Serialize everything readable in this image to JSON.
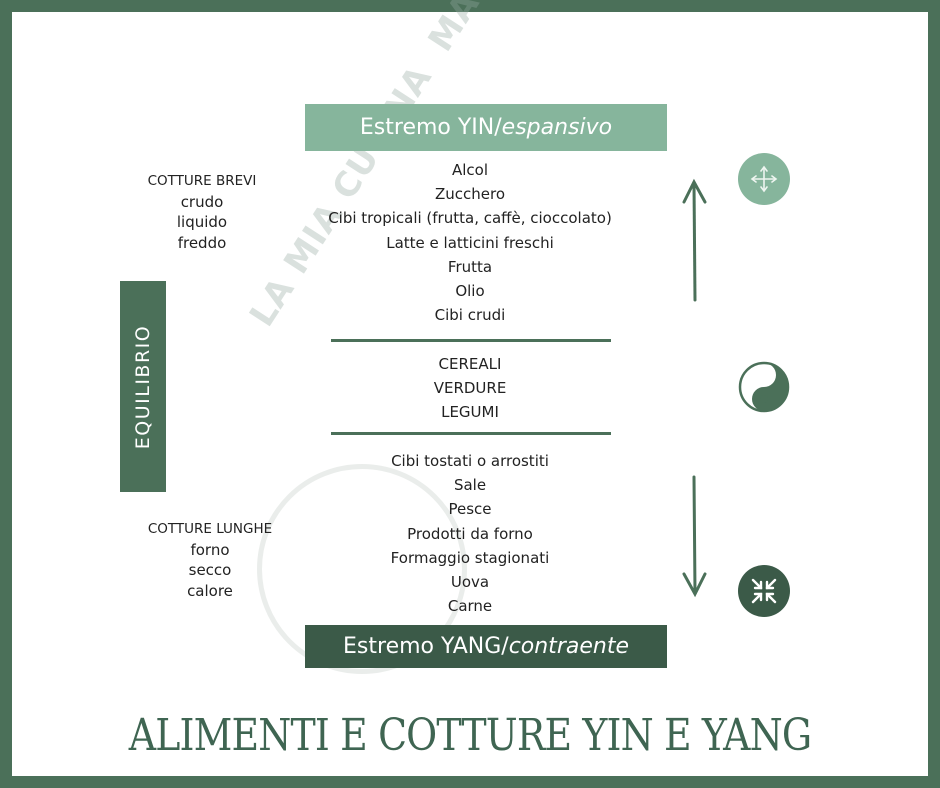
{
  "yin_header": {
    "label": "Estremo YIN/",
    "emphasis": "espansivo"
  },
  "yang_header": {
    "label": "Estremo YANG/",
    "emphasis": "contraente"
  },
  "yin_foods": [
    "Alcol",
    "Zucchero",
    "Cibi tropicali (frutta, caffè, cioccolato)",
    "Latte e latticini freschi",
    "Frutta",
    "Olio",
    "Cibi crudi"
  ],
  "balance_foods": [
    "CEREALI",
    "VERDURE",
    "LEGUMI"
  ],
  "yang_foods": [
    "Cibi tostati o arrostiti",
    "Sale",
    "Pesce",
    "Prodotti da forno",
    "Formaggio stagionati",
    "Uova",
    "Carne"
  ],
  "short_cooking": {
    "title": "COTTURE BREVI",
    "items": [
      "crudo",
      "liquido",
      "freddo"
    ]
  },
  "long_cooking": {
    "title": "COTTURE LUNGHE",
    "items": [
      "forno",
      "secco",
      "calore"
    ]
  },
  "equilibrium_label": "EQUILIBRIO",
  "main_title": "ALIMENTI E COTTURE YIN E YANG",
  "watermark": "LA MIA CUCINA MACROEASY",
  "icons": [
    "expand-icon",
    "yin-yang-icon",
    "contract-icon"
  ],
  "colors": {
    "frame": "#4b7059",
    "yin": "#86b59c",
    "yang": "#3b5a48",
    "title": "#3f6552"
  }
}
